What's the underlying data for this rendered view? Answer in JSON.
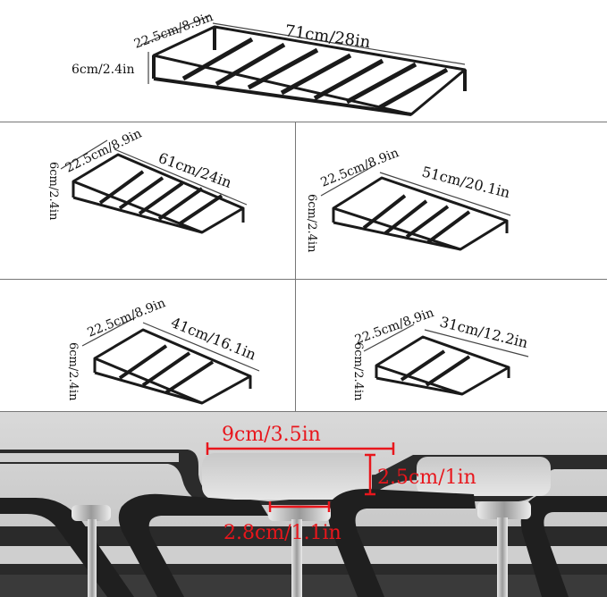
{
  "racks": [
    {
      "depth": "22.5cm/8.9in",
      "width": "71cm/28in",
      "height": "6cm/2.4in"
    },
    {
      "depth": "22.5cm/8.9in",
      "width": "61cm/24in",
      "height": "6cm/2.4in"
    },
    {
      "depth": "22.5cm/8.9in",
      "width": "51cm/20.1in",
      "height": "6cm/2.4in"
    },
    {
      "depth": "22.5cm/8.9in",
      "width": "41cm/16.1in",
      "height": "6cm/2.4in"
    },
    {
      "depth": "22.5cm/8.9in",
      "width": "31cm/12.2in",
      "height": "6cm/2.4in"
    }
  ],
  "detail": {
    "slot_width": "9cm/3.5in",
    "slot_depth": "2.5cm/1in",
    "slot_gap": "2.8cm/1.1in"
  },
  "colors": {
    "dimension_red": "#e8161c",
    "metal": "#1a1a1a"
  }
}
